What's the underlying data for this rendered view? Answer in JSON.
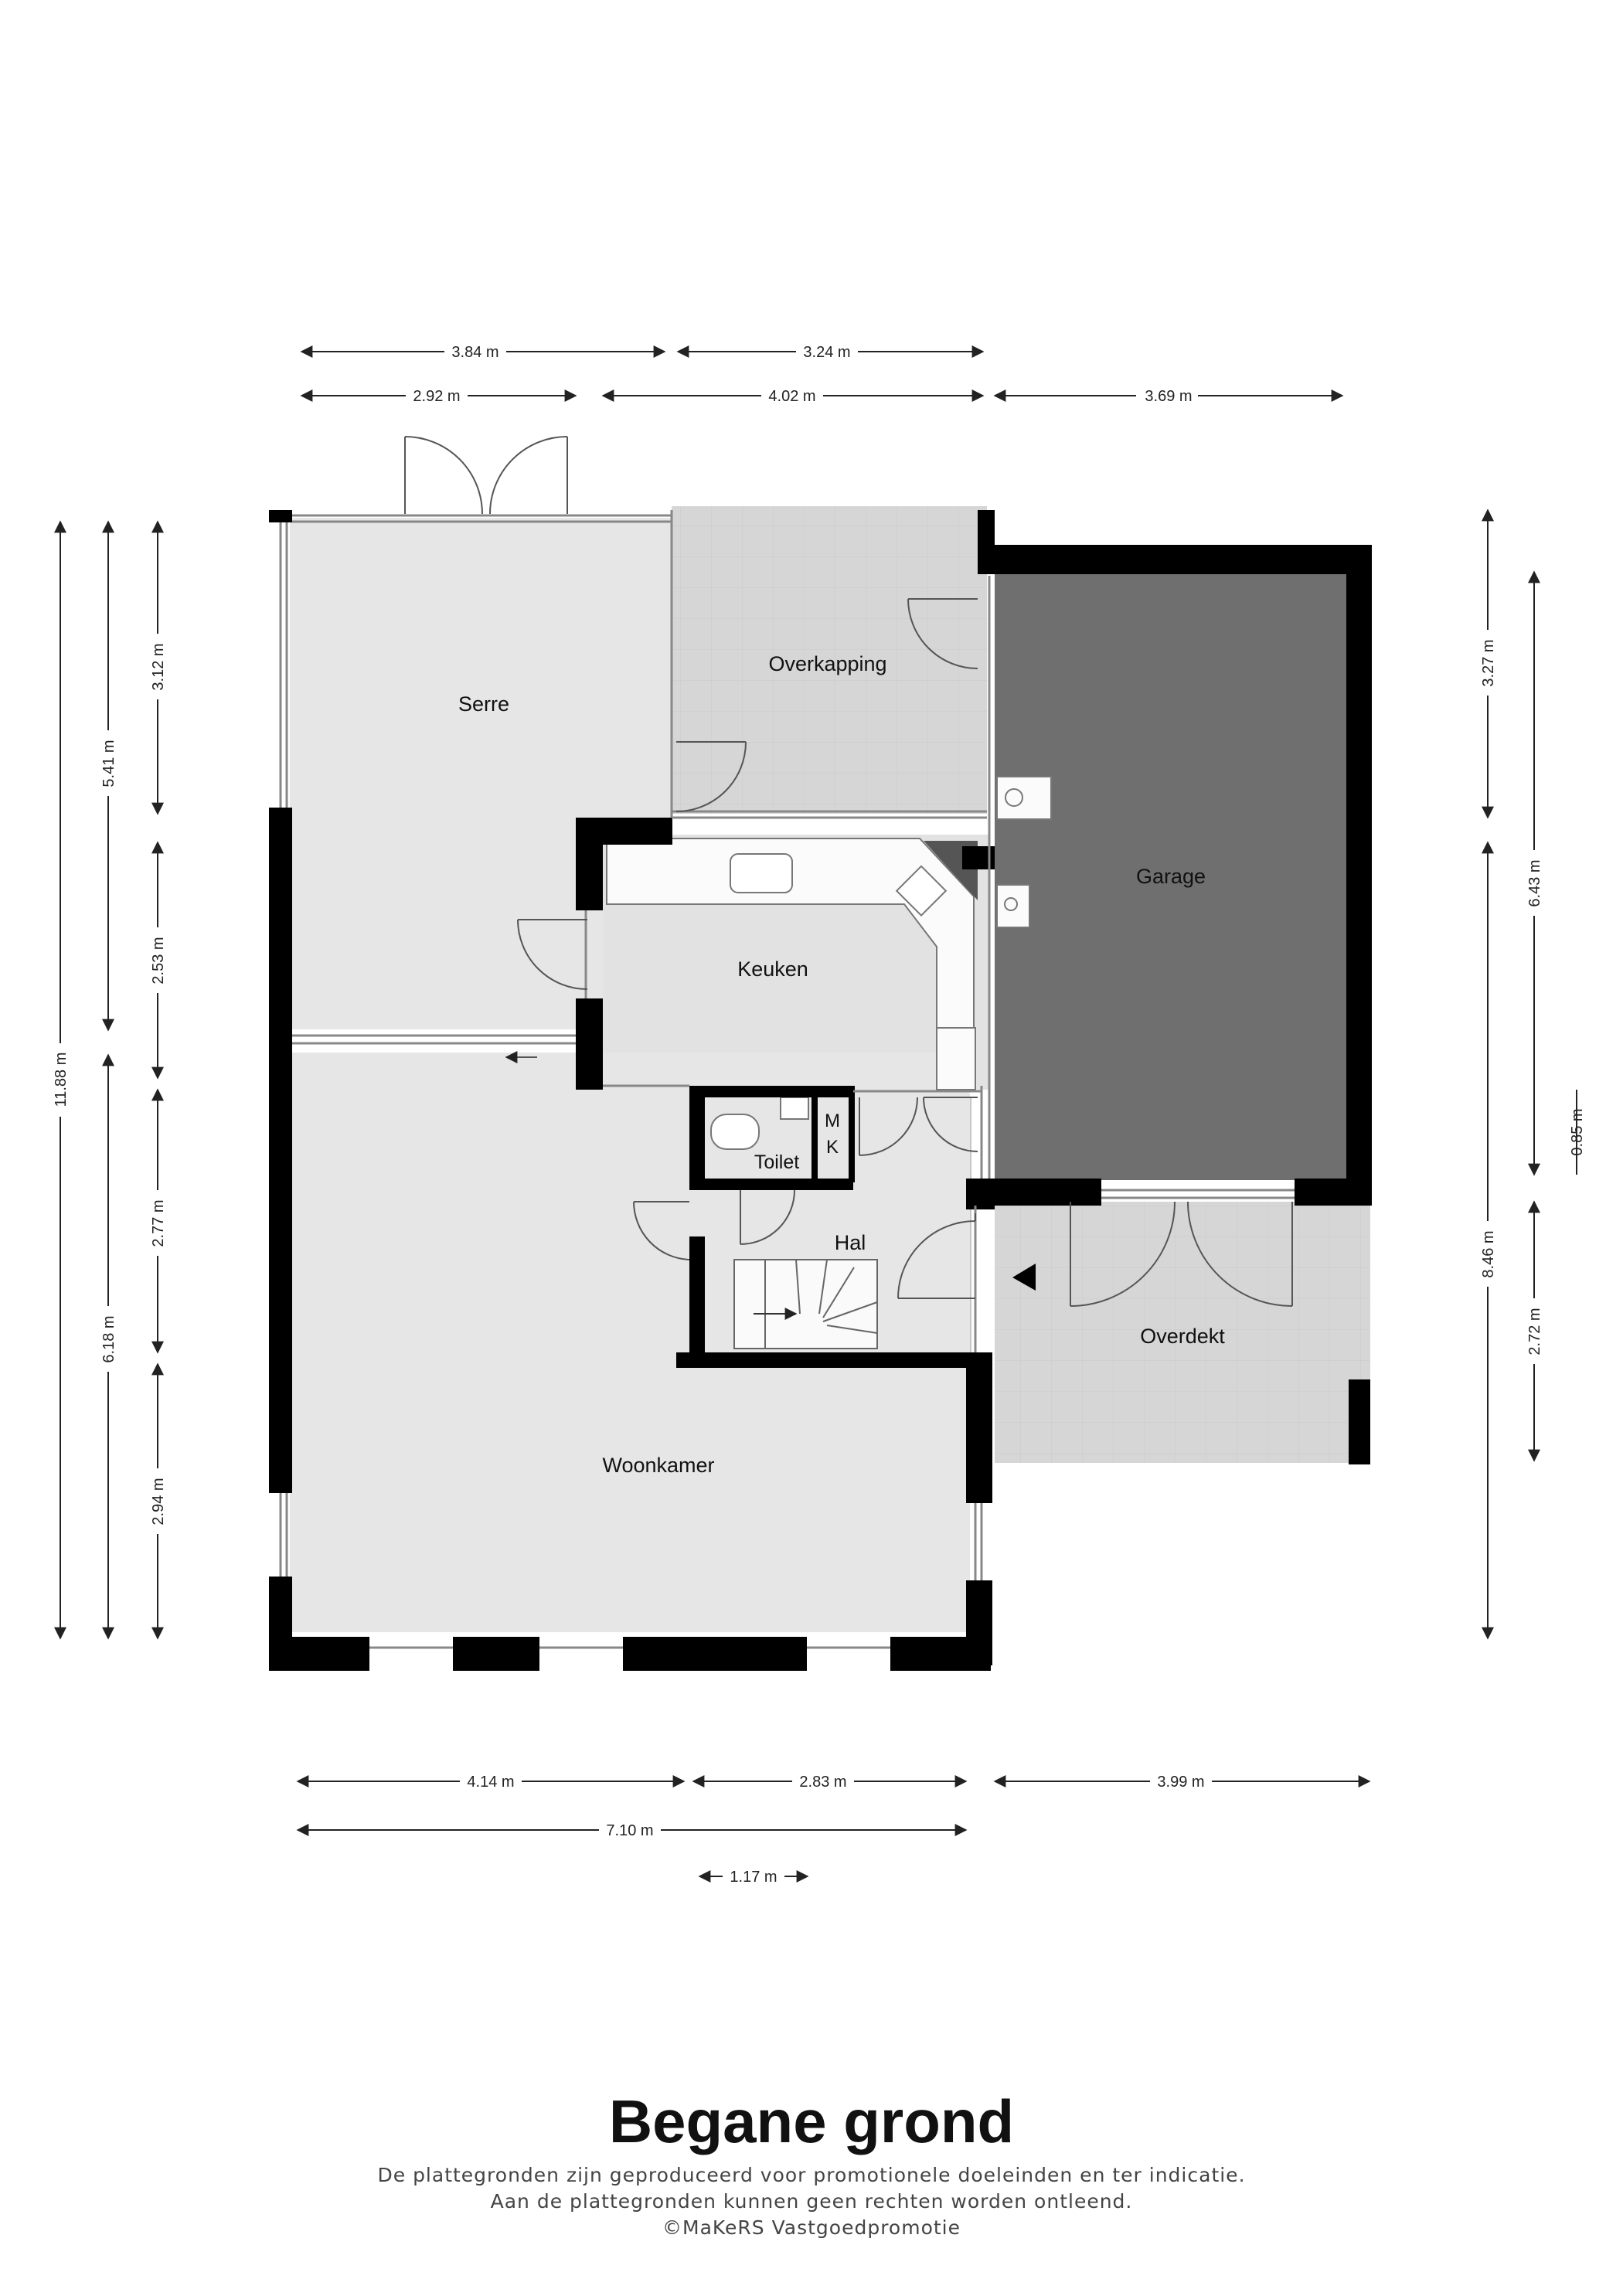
{
  "rooms": {
    "serre": "Serre",
    "overkapping": "Overkapping",
    "keuken": "Keuken",
    "garage": "Garage",
    "toilet": "Toilet",
    "mk": "M\nK",
    "mk_m": "M",
    "mk_k": "K",
    "hal": "Hal",
    "overdekt": "Overdekt",
    "woonkamer": "Woonkamer"
  },
  "dimensions": {
    "top_row1": [
      "3.84 m",
      "3.24 m"
    ],
    "top_row2": [
      "2.92 m",
      "4.02 m",
      "3.69 m"
    ],
    "left_outer": "11.88 m",
    "left_mid": [
      "5.41 m",
      "6.18 m"
    ],
    "left_inner": [
      "3.12 m",
      "2.53 m",
      "2.77 m",
      "2.94 m"
    ],
    "right_outer": [
      "3.27 m",
      "8.46 m"
    ],
    "right_inner": [
      "6.43 m",
      "0.85 m",
      "2.72 m"
    ],
    "bottom_row1": [
      "4.14 m",
      "2.83 m",
      "3.99 m"
    ],
    "bottom_row2": "7.10 m",
    "bottom_row3": "1.17 m"
  },
  "footer": {
    "title": "Begane grond",
    "line1": "De plattegronden zijn geproduceerd voor promotionele doeleinden en ter indicatie.",
    "line2": "Aan de plattegronden kunnen geen rechten worden ontleend.",
    "line3": "©MaKeRS Vastgoedpromotie"
  },
  "colors": {
    "wall": "#000000",
    "floor_light": "#e8e8e8",
    "floor_tile": "#d4d4d4",
    "garage": "#6e6e6e",
    "hal": "#c8c8c8",
    "toilet": "#e8505b"
  }
}
